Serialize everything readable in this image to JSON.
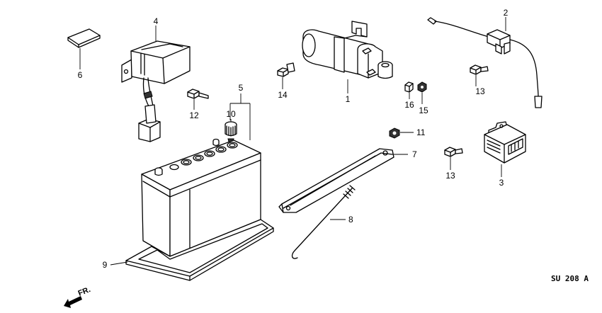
{
  "labels": {
    "p1": "1",
    "p2": "2",
    "p3": "3",
    "p4": "4",
    "p5": "5",
    "p6": "6",
    "p7": "7",
    "p8": "8",
    "p9": "9",
    "p10": "10",
    "p11": "11",
    "p12": "12",
    "p13a": "13",
    "p13b": "13",
    "p14": "14",
    "p15": "15",
    "p16": "16"
  },
  "diagram_code": "SU 208 A",
  "front_marker": "FR."
}
